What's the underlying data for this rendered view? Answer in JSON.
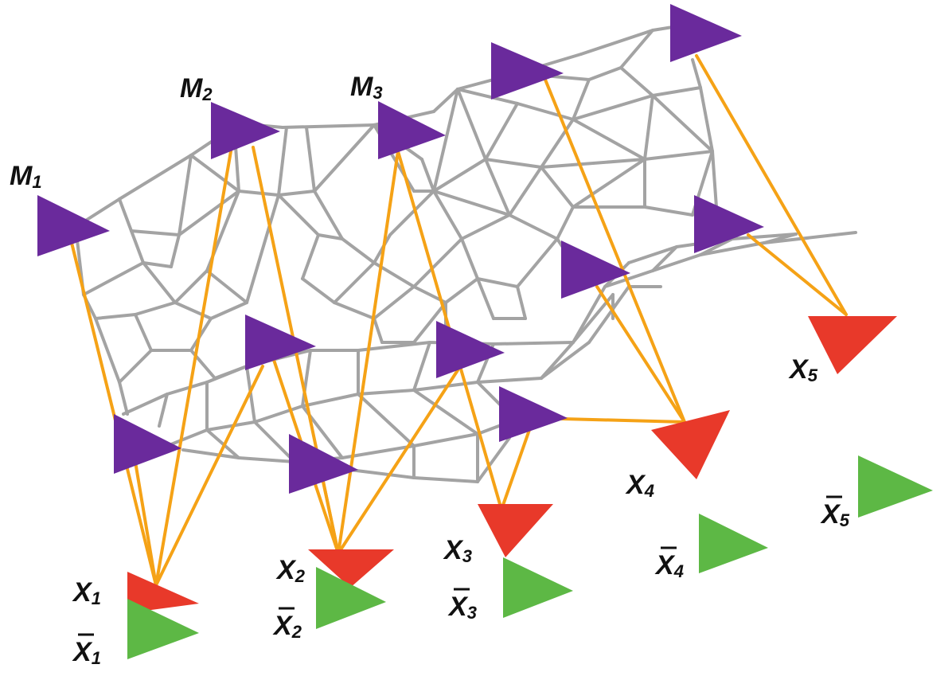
{
  "colors": {
    "background": "#ffffff",
    "mesh": "#a3a3a3",
    "link": "#f5a216",
    "station": "#6a2a9c",
    "estimate": "#e8392a",
    "truth": "#5db845",
    "text": "#111111"
  },
  "labels": {
    "m1": {
      "main": "M",
      "sub": "1"
    },
    "m2": {
      "main": "M",
      "sub": "2"
    },
    "m3": {
      "main": "M",
      "sub": "3"
    },
    "x1": {
      "main": "X",
      "sub": "1"
    },
    "x2": {
      "main": "X",
      "sub": "2"
    },
    "x3": {
      "main": "X",
      "sub": "3"
    },
    "x4": {
      "main": "X",
      "sub": "4"
    },
    "x5": {
      "main": "X",
      "sub": "5"
    },
    "xbar1": {
      "main": "X",
      "sub": "1"
    },
    "xbar2": {
      "main": "X",
      "sub": "2"
    },
    "xbar3": {
      "main": "X",
      "sub": "3"
    },
    "xbar4": {
      "main": "X",
      "sub": "4"
    },
    "xbar5": {
      "main": "X",
      "sub": "5"
    }
  },
  "icons": {
    "station": "purple-triangle-icon",
    "estimate": "red-triangle-icon",
    "truth": "green-triangle-icon"
  }
}
